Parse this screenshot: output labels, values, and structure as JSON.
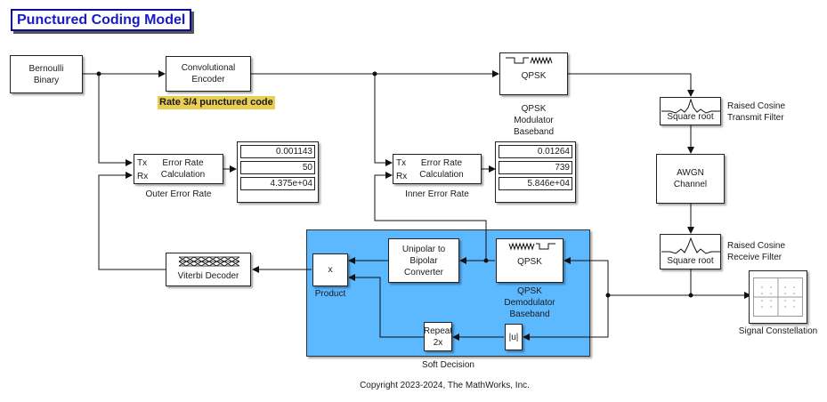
{
  "title": "Punctured Coding Model",
  "annotation": "Rate 3/4 punctured code",
  "blocks": {
    "bernoulli": {
      "line1": "Bernoulli",
      "line2": "Binary"
    },
    "conv_encoder": {
      "line1": "Convolutional",
      "line2": "Encoder"
    },
    "qpsk_mod": {
      "icon_text": "QPSK",
      "label1": "QPSK",
      "label2": "Modulator",
      "label3": "Baseband"
    },
    "tx_filter": {
      "icon_text": "Square root",
      "label1": "Raised Cosine",
      "label2": "Transmit Filter"
    },
    "awgn": {
      "line1": "AWGN",
      "line2": "Channel"
    },
    "rx_filter": {
      "icon_text": "Square root",
      "label1": "Raised Cosine",
      "label2": "Receive Filter"
    },
    "constellation": {
      "label": "Signal Constellation"
    },
    "outer_err": {
      "tx": "Tx",
      "rx": "Rx",
      "line1": "Error Rate",
      "line2": "Calculation",
      "label": "Outer Error Rate"
    },
    "inner_err": {
      "tx": "Tx",
      "rx": "Rx",
      "line1": "Error Rate",
      "line2": "Calculation",
      "label": "Inner Error Rate"
    },
    "viterbi": {
      "text": "Viterbi Decoder"
    },
    "product": {
      "text": "x",
      "label": "Product"
    },
    "unipolar": {
      "line1": "Unipolar to",
      "line2": "Bipolar",
      "line3": "Converter"
    },
    "qpsk_demod": {
      "icon_text": "QPSK",
      "label1": "QPSK",
      "label2": "Demodulator",
      "label3": "Baseband"
    },
    "repeat": {
      "line1": "Repeat",
      "line2": "2x"
    },
    "abs": {
      "text": "|u|"
    },
    "soft_decision": {
      "label": "Soft Decision"
    }
  },
  "displays": {
    "outer": [
      "0.001143",
      "50",
      "4.375e+04"
    ],
    "inner": [
      "0.01264",
      "739",
      "5.846e+04"
    ]
  },
  "footer": "Copyright 2023-2024, The MathWorks, Inc."
}
